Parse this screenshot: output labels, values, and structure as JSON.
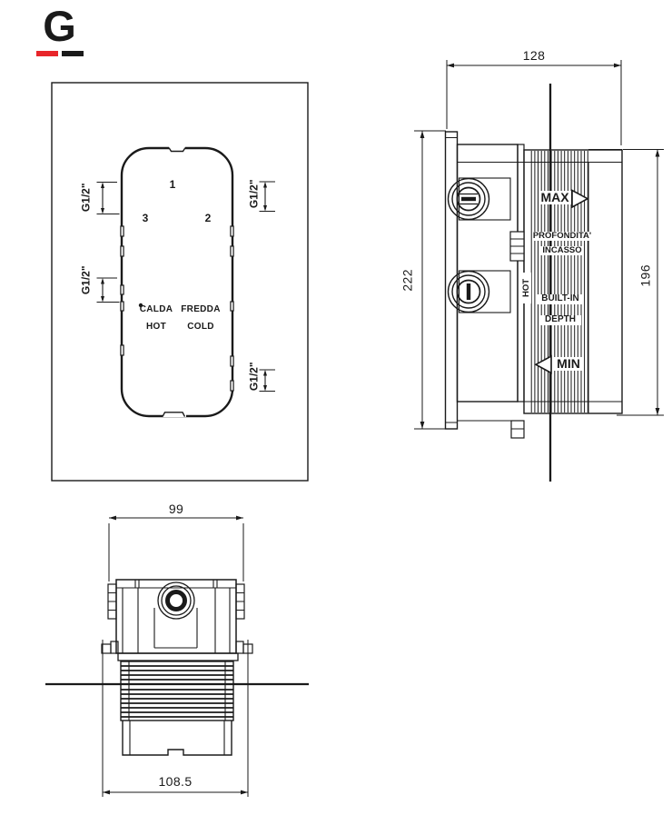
{
  "colors": {
    "ink": "#1a1a1a",
    "accent_red": "#e8252a",
    "background": "#ffffff"
  },
  "logo": {
    "letter": "G"
  },
  "front_view": {
    "outlet_1": "1",
    "outlet_2": "2",
    "outlet_3": "3",
    "calda": "CALDA",
    "hot": "HOT",
    "fredda": "FREDDA",
    "cold": "COLD",
    "thread_left_top": "G1/2\"",
    "thread_left_mid": "G1/2\"",
    "thread_right_top": "G1/2\"",
    "thread_right_bottom": "G1/2\""
  },
  "side_view": {
    "dim_width": "128",
    "dim_height_total": "222",
    "dim_height_built_in": "196",
    "max": "MAX",
    "min": "MIN",
    "profondita": "PROFONDITA'",
    "incasso": "INCASSO",
    "built_in": "BUILT-IN",
    "depth": "DEPTH",
    "hot_marker": "HOT"
  },
  "bottom_view": {
    "dim_body": "99",
    "dim_overall": "108.5"
  }
}
